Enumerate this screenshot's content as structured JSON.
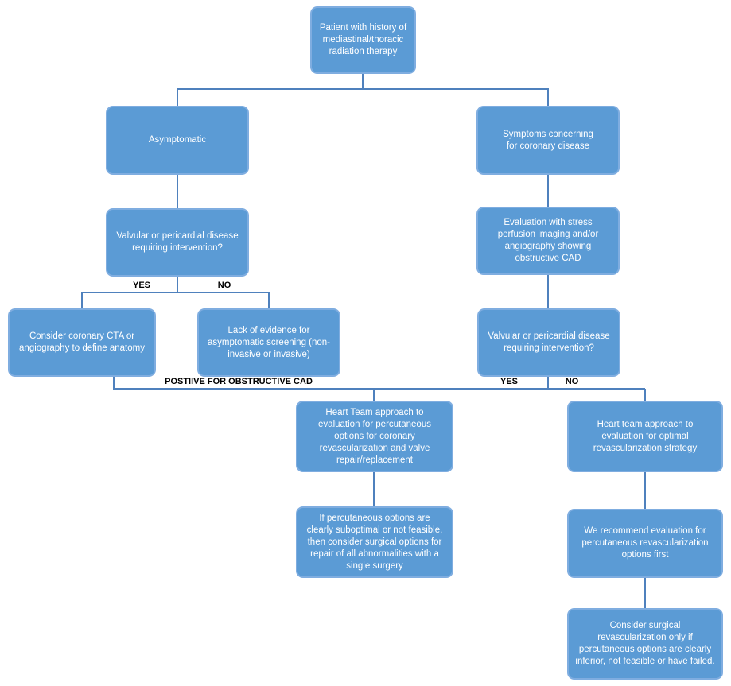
{
  "diagram": {
    "type": "flowchart",
    "topic": "Coronary evaluation after mediastinal/thoracic radiation therapy"
  },
  "colors": {
    "node_fill": "#5b9bd5",
    "node_border": "#7fade0",
    "node_text": "#ffffff",
    "line_color": "#4f81bd",
    "label_color": "#000000",
    "background": "#ffffff"
  },
  "nodes": [
    {
      "id": "patient-history",
      "text": "Patient with history of mediastinal/thoracic radiation therapy"
    },
    {
      "id": "asymptomatic",
      "text": "Asymptomatic"
    },
    {
      "id": "symptoms-concerning",
      "text": "Symptoms concerning for coronary disease"
    },
    {
      "id": "valvular-left",
      "text": "Valvular or pericardial disease requiring intervention?"
    },
    {
      "id": "stress-evaluation",
      "text": "Evaluation with stress perfusion imaging and/or angiography  showing obstructive CAD"
    },
    {
      "id": "consider-cta",
      "text": "Consider coronary CTA or angiography to define anatomy"
    },
    {
      "id": "lack-of-evidence",
      "text": "Lack of evidence for asymptomatic screening (non-invasive or invasive)"
    },
    {
      "id": "valvular-right",
      "text": "Valvular or pericardial disease requiring intervention?"
    },
    {
      "id": "heart-team-valve",
      "text": "Heart Team approach to evaluation for  percutaneous options for coronary revascularization and valve repair/replacement"
    },
    {
      "id": "heart-team-optimal",
      "text": "Heart team approach to evaluation for optimal revascularization strategy"
    },
    {
      "id": "surgical-single-surgery",
      "text": "If  percutaneous options are clearly suboptimal or not feasible, then consider surgical options for repair of all  abnormalities with a single surgery"
    },
    {
      "id": "percutaneous-first",
      "text": "We recommend evaluation for percutaneous revascularization options first"
    },
    {
      "id": "consider-surgical",
      "text": "Consider surgical revascularization only if percutaneous options are clearly inferior, not feasible or have failed."
    }
  ],
  "edge_labels": {
    "yes_left": "YES",
    "no_left": "NO",
    "yes_right": "YES",
    "no_right": "NO",
    "positive_cad": "POSTIIVE FOR OBSTRUCTIVE CAD"
  }
}
